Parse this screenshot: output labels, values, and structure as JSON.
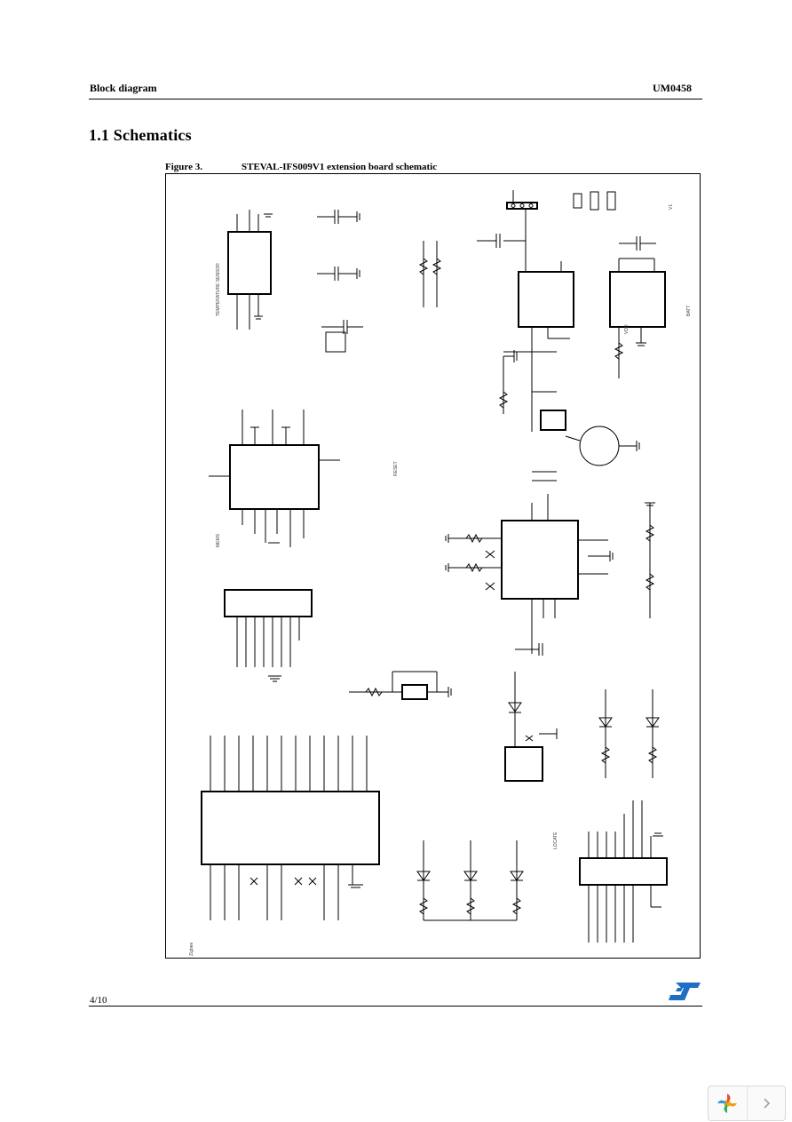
{
  "header": {
    "section_label": "Block diagram",
    "doc_id": "UM0458"
  },
  "section": {
    "title": "1.1 Schematics"
  },
  "figure": {
    "number": "Figure 3.",
    "title": "STEVAL-IFS009V1 extension board schematic"
  },
  "footer": {
    "page": "4/10"
  },
  "colors": {
    "st_logo": "#1f6fc4",
    "text": "#000000",
    "page_bg": "#ffffff"
  },
  "icons": {
    "brand": "st-logo-icon",
    "viewer_left": "pinwheel-icon",
    "viewer_right": "chevron-right-icon"
  }
}
